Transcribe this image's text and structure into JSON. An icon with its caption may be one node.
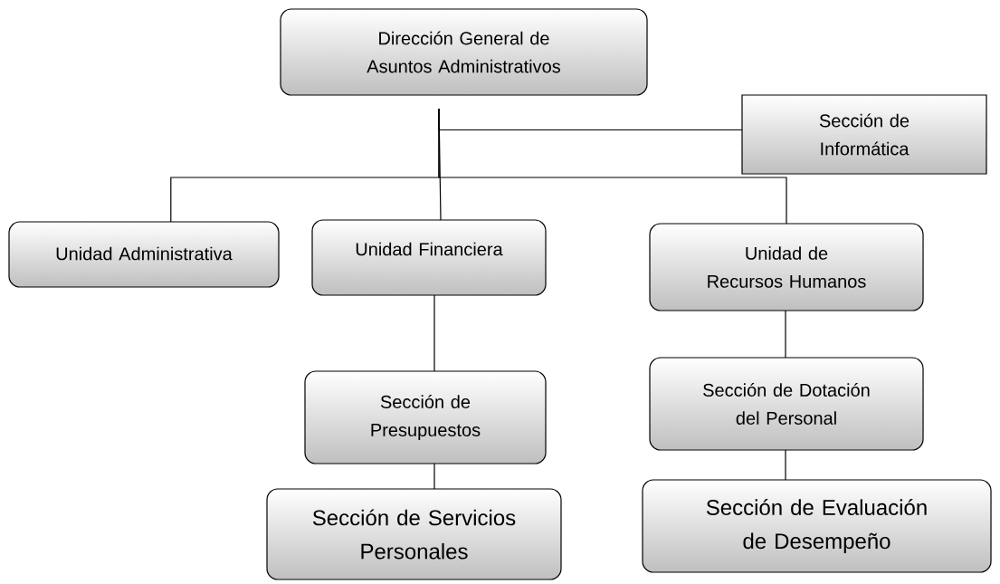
{
  "diagram": {
    "nodes": [
      {
        "text": [
          "Dirección General de Asuntos Administrativos"
        ]
      },
      {
        "text": [
          "Sección de Informática"
        ]
      },
      {
        "text": [
          "Unidad Administrativa"
        ]
      },
      {
        "text": [
          "Unidad Financiera"
        ]
      },
      {
        "text": [
          "Unidad de Recursos Humanos"
        ]
      },
      {
        "text": [
          "Sección de Presupuestos"
        ]
      },
      {
        "text": [
          "Sección de Dotación del Personal"
        ]
      },
      {
        "text": [
          "Sección de Servicios Personales"
        ]
      },
      {
        "text": [
          "Sección de Evaluación de Desempeño"
        ]
      }
    ],
    "edges": [
      {
        "from": 0,
        "to": 1,
        "arrow": "none"
      },
      {
        "from": 0,
        "to": 2,
        "arrow": "none"
      },
      {
        "from": 0,
        "to": 3,
        "arrow": "none"
      },
      {
        "from": 0,
        "to": 4,
        "arrow": "none"
      },
      {
        "from": 3,
        "to": 5,
        "arrow": "none"
      },
      {
        "from": 4,
        "to": 6,
        "arrow": "none"
      },
      {
        "from": 5,
        "to": 7,
        "arrow": "none"
      },
      {
        "from": 6,
        "to": 8,
        "arrow": "none"
      }
    ]
  }
}
